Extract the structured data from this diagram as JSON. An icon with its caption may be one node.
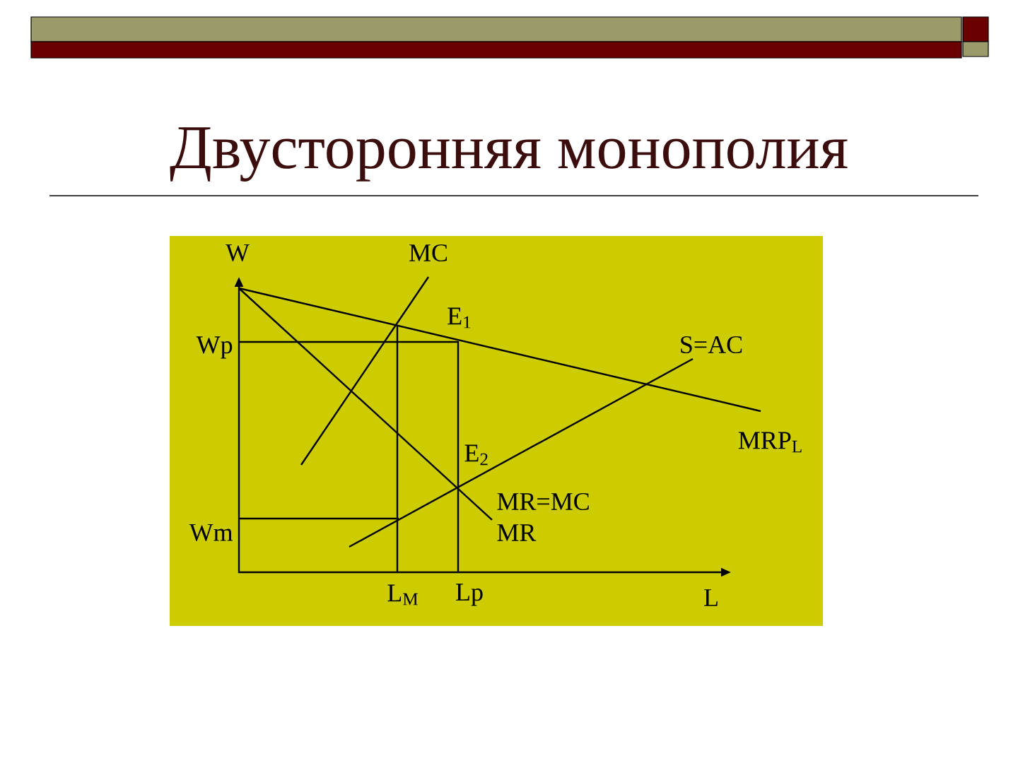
{
  "diagram": {
    "title": "Двусторонняя монополия",
    "labels": [
      "W",
      "MC",
      "E$_{1}$",
      "Wp",
      "S=AC",
      "MRP$_{L}$",
      "E$_{2}$",
      "MR=MC",
      "Wm",
      "MR",
      "L$_{M}$",
      "Lp",
      "L"
    ]
  }
}
